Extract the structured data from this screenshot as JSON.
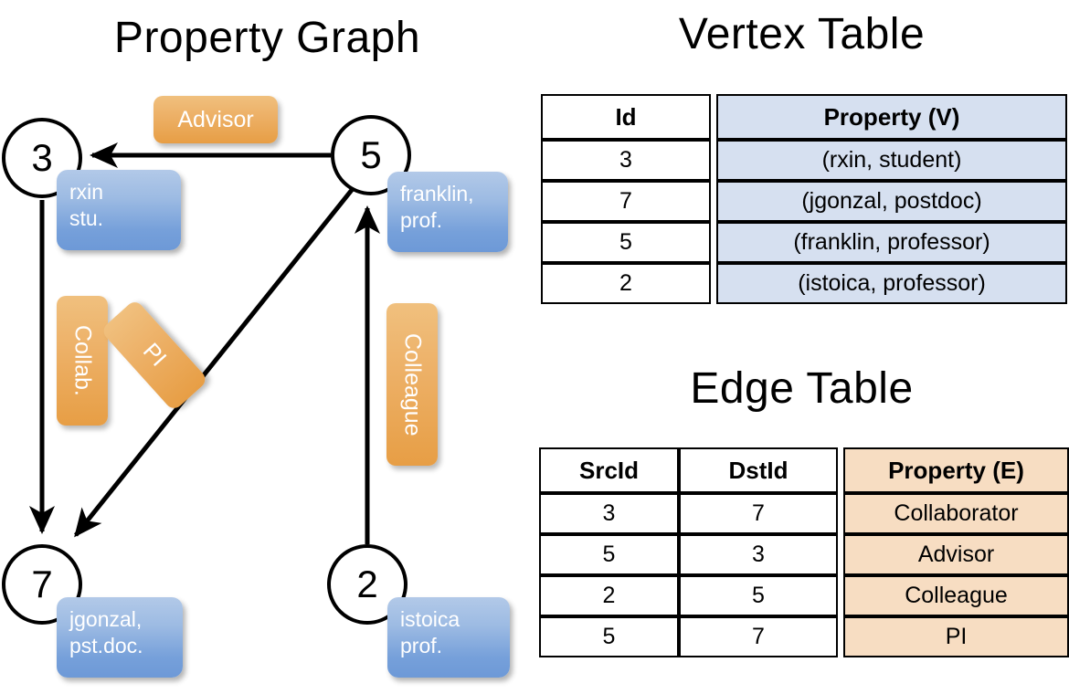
{
  "titles": {
    "property_graph": "Property Graph",
    "vertex_table": "Vertex Table",
    "edge_table": "Edge Table"
  },
  "graph": {
    "vertices": [
      {
        "id": "3",
        "property_label": "rxin\nstu.",
        "line1": "rxin",
        "line2": "stu."
      },
      {
        "id": "5",
        "property_label": "franklin,\nprof.",
        "line1": "franklin,",
        "line2": "prof."
      },
      {
        "id": "7",
        "property_label": "jgonzal,\npst.doc.",
        "line1": "jgonzal,",
        "line2": "pst.doc."
      },
      {
        "id": "2",
        "property_label": "istoica\nprof.",
        "line1": "istoica",
        "line2": "prof."
      }
    ],
    "edge_labels": [
      {
        "name": "advisor-badge",
        "text": "Advisor"
      },
      {
        "name": "collab-badge",
        "text": "Collab."
      },
      {
        "name": "pi-badge",
        "text": "PI"
      },
      {
        "name": "colleague-badge",
        "text": "Colleague"
      }
    ],
    "edges": [
      {
        "from": "5",
        "to": "3",
        "label": "Advisor"
      },
      {
        "from": "3",
        "to": "7",
        "label": "Collab."
      },
      {
        "from": "5",
        "to": "7",
        "label": "PI"
      },
      {
        "from": "2",
        "to": "5",
        "label": "Colleague"
      }
    ]
  },
  "vertex_table": {
    "headers": [
      "Id",
      "Property (V)"
    ],
    "rows": [
      {
        "id": "3",
        "property": "(rxin, student)"
      },
      {
        "id": "7",
        "property": "(jgonzal, postdoc)"
      },
      {
        "id": "5",
        "property": "(franklin, professor)"
      },
      {
        "id": "2",
        "property": "(istoica, professor)"
      }
    ]
  },
  "edge_table": {
    "headers": [
      "SrcId",
      "DstId",
      "Property (E)"
    ],
    "rows": [
      {
        "src": "3",
        "dst": "7",
        "property": "Collaborator"
      },
      {
        "src": "5",
        "dst": "3",
        "property": "Advisor"
      },
      {
        "src": "2",
        "dst": "5",
        "property": "Colleague"
      },
      {
        "src": "5",
        "dst": "7",
        "property": "PI"
      }
    ]
  },
  "colors": {
    "vertex_property_blue": "#8fb3e0",
    "edge_label_orange": "#eeb468",
    "vertex_table_cell": "#d6e0f0",
    "edge_table_cell": "#f7ddc2",
    "stroke": "#000000",
    "background": "#ffffff"
  }
}
